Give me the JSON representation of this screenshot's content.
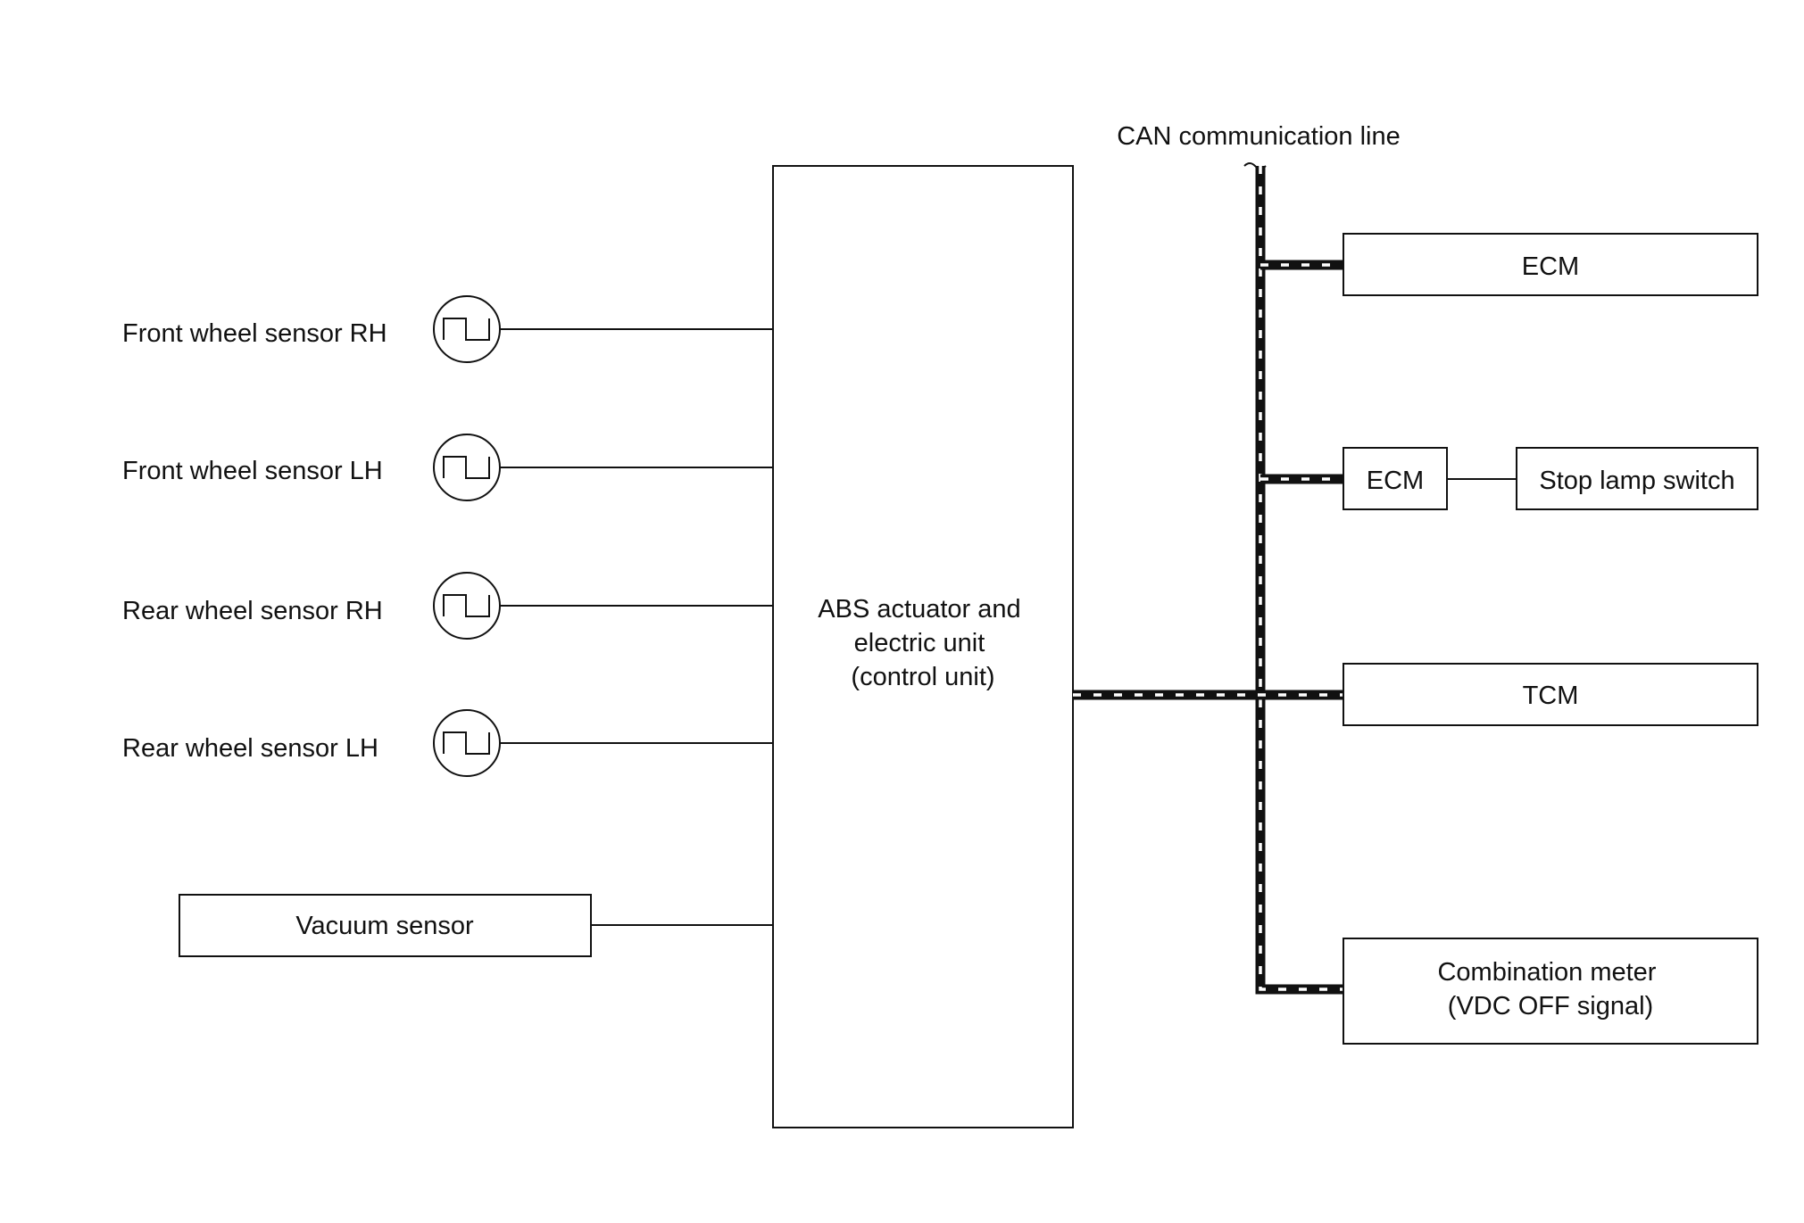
{
  "bus_label": "CAN communication line",
  "control_unit": {
    "lines": [
      "ABS actuator and",
      "electric unit",
      "(control unit)"
    ]
  },
  "sensors": [
    {
      "label": "Front wheel sensor RH",
      "icon": "pulse-signal-icon"
    },
    {
      "label": "Front wheel sensor LH",
      "icon": "pulse-signal-icon"
    },
    {
      "label": "Rear wheel sensor RH",
      "icon": "pulse-signal-icon"
    },
    {
      "label": "Rear wheel sensor LH",
      "icon": "pulse-signal-icon"
    }
  ],
  "vacuum_sensor": "Vacuum sensor",
  "can_nodes": {
    "ecm_top": "ECM",
    "ecm_mid": "ECM",
    "stop_lamp_switch": "Stop lamp switch",
    "tcm": "TCM",
    "combination_meter": [
      "Combination meter",
      "(VDC OFF signal)"
    ]
  }
}
